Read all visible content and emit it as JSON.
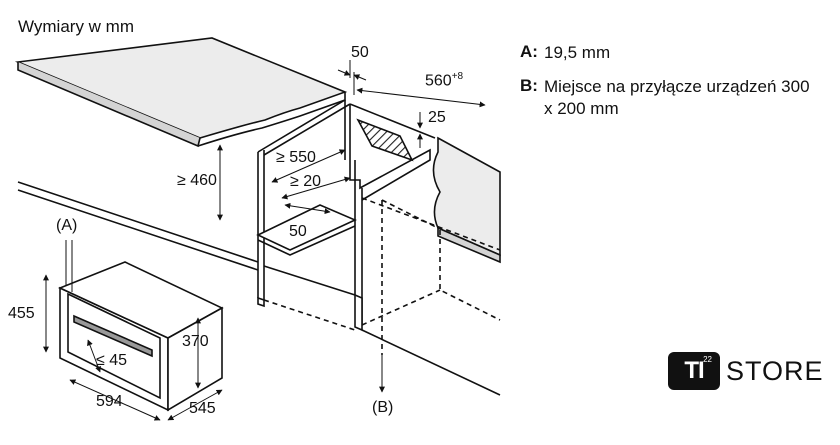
{
  "caption": "Wymiary w mm",
  "legend": [
    {
      "key": "A:",
      "text": "19,5 mm"
    },
    {
      "key": "B:",
      "text": "Miejsce na przyłącze urządzeń 300 x 200 mm"
    }
  ],
  "dimensions": {
    "top_clearance": "50",
    "depth": "560",
    "depth_sup": "+8",
    "hatch_height": "25",
    "cabinet_height": "≥ 460",
    "inner_depth": "≥ 550",
    "inner_gap": "≥ 20",
    "floor_depth": "50",
    "label_a": "(A)",
    "label_b": "(B)",
    "oven_height": "455",
    "oven_inner_height": "370",
    "door_gap": "≤ 45",
    "oven_width": "594",
    "oven_depth": "545"
  },
  "store": {
    "logo": "TI",
    "logo_sup": "22",
    "name": "STORE"
  }
}
